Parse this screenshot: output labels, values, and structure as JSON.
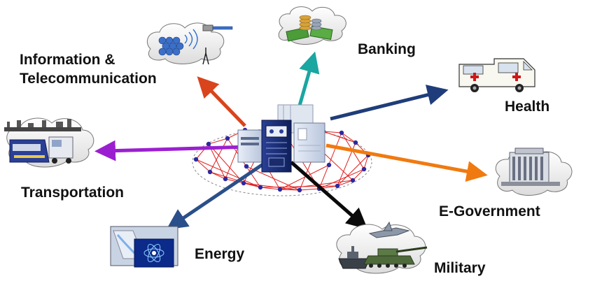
{
  "labels": {
    "information_line1": "Information &",
    "information_line2": "Telecommunication",
    "banking": "Banking",
    "health": "Health",
    "transportation": "Transportation",
    "e_government": "E-Government",
    "energy": "Energy",
    "military": "Military"
  },
  "icons": {
    "information": "satellite-tower-cloud-icon",
    "banking": "coins-money-cloud-icon",
    "health": "ambulance-icon",
    "transportation": "train-truck-cloud-icon",
    "e_government": "government-building-cloud-icon",
    "energy": "power-plant-icon",
    "military": "tank-jet-ship-cloud-icon",
    "center": "server-cluster-icon"
  },
  "colors": {
    "information": "#d9441c",
    "banking": "#1aa6a1",
    "health": "#1f3d7a",
    "transportation": "#9b1fd0",
    "e_government": "#f07a10",
    "energy": "#2a4f8a",
    "military": "#0a0a0a",
    "network_node": "#2a2aa0",
    "network_link": "#e02020"
  }
}
